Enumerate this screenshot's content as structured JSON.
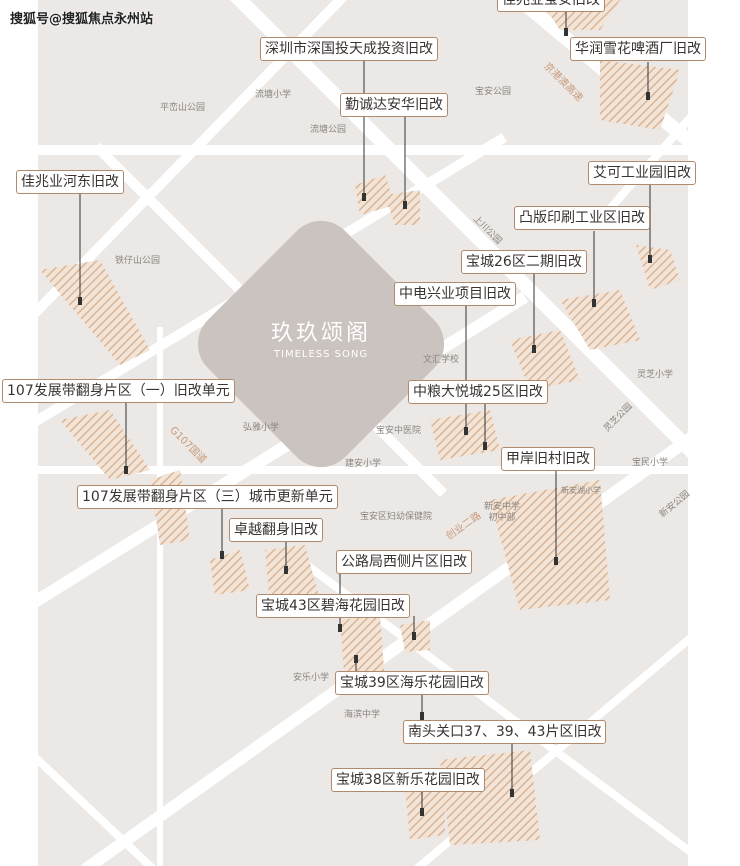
{
  "watermark": "搜狐号@搜狐焦点永州站",
  "hub": {
    "title": "玖玖颂阁",
    "subtitle": "TIMELESS SONG"
  },
  "roads": {
    "g107": "G107国道",
    "jinggang": "京港澳高速",
    "chuangye": "创业二路"
  },
  "pois": {
    "pingluanshan": "平峦山公园",
    "liutang_school": "流塘小学",
    "liutang_park": "流塘公园",
    "baoan_park": "宝安公园",
    "shangchuan_park": "上川公园",
    "tiezaishan": "铁仔山公园",
    "wenhui": "文汇学校",
    "lingzhi_school": "灵芝小学",
    "lingzhi_park": "灵芝公园",
    "hongya": "弘雅小学",
    "baoan_tcm": "宝安中医院",
    "jianan": "建安小学",
    "baomin": "宝民小学",
    "xinanpark": "新安公园",
    "xinanhu": "新安湖小学",
    "maternal": "宝安区妇幼保健院",
    "xinan_middle": "新安中学\n初中部",
    "anle": "安乐小学",
    "haibin": "海滨中学"
  },
  "projects": [
    {
      "key": "top_cut",
      "label": "佳兆业宝安旧改"
    },
    {
      "key": "sztz",
      "label": "深圳市深国投天成投资旧改"
    },
    {
      "key": "qcd",
      "label": "勤诚达安华旧改"
    },
    {
      "key": "huarun",
      "label": "华润雪花啤酒厂旧改"
    },
    {
      "key": "jzy_hedong",
      "label": "佳兆业河东旧改"
    },
    {
      "key": "aike",
      "label": "艾可工业园旧改"
    },
    {
      "key": "tuban",
      "label": "凸版印刷工业区旧改"
    },
    {
      "key": "bc26",
      "label": "宝城26区二期旧改"
    },
    {
      "key": "zhongdian",
      "label": "中电兴业项目旧改"
    },
    {
      "key": "fz107_1",
      "label": "107发展带翻身片区（一）旧改单元"
    },
    {
      "key": "zhongliang",
      "label": "中粮大悦城25区旧改"
    },
    {
      "key": "jiaan",
      "label": "甲岸旧村旧改"
    },
    {
      "key": "fz107_3",
      "label": "107发展带翻身片区（三）城市更新单元"
    },
    {
      "key": "zhuoyue",
      "label": "卓越翻身旧改"
    },
    {
      "key": "gonglu",
      "label": "公路局西侧片区旧改"
    },
    {
      "key": "bc43",
      "label": "宝城43区碧海花园旧改"
    },
    {
      "key": "bc39",
      "label": "宝城39区海乐花园旧改"
    },
    {
      "key": "nantou",
      "label": "南头关口37、39、43片区旧改"
    },
    {
      "key": "bc38",
      "label": "宝城38区新乐花园旧改"
    }
  ],
  "colors": {
    "land": "#ebe8e6",
    "road": "#ffffff",
    "stripe": "#e3c6b0",
    "pin": "#333333",
    "border": "#b08a6c"
  }
}
